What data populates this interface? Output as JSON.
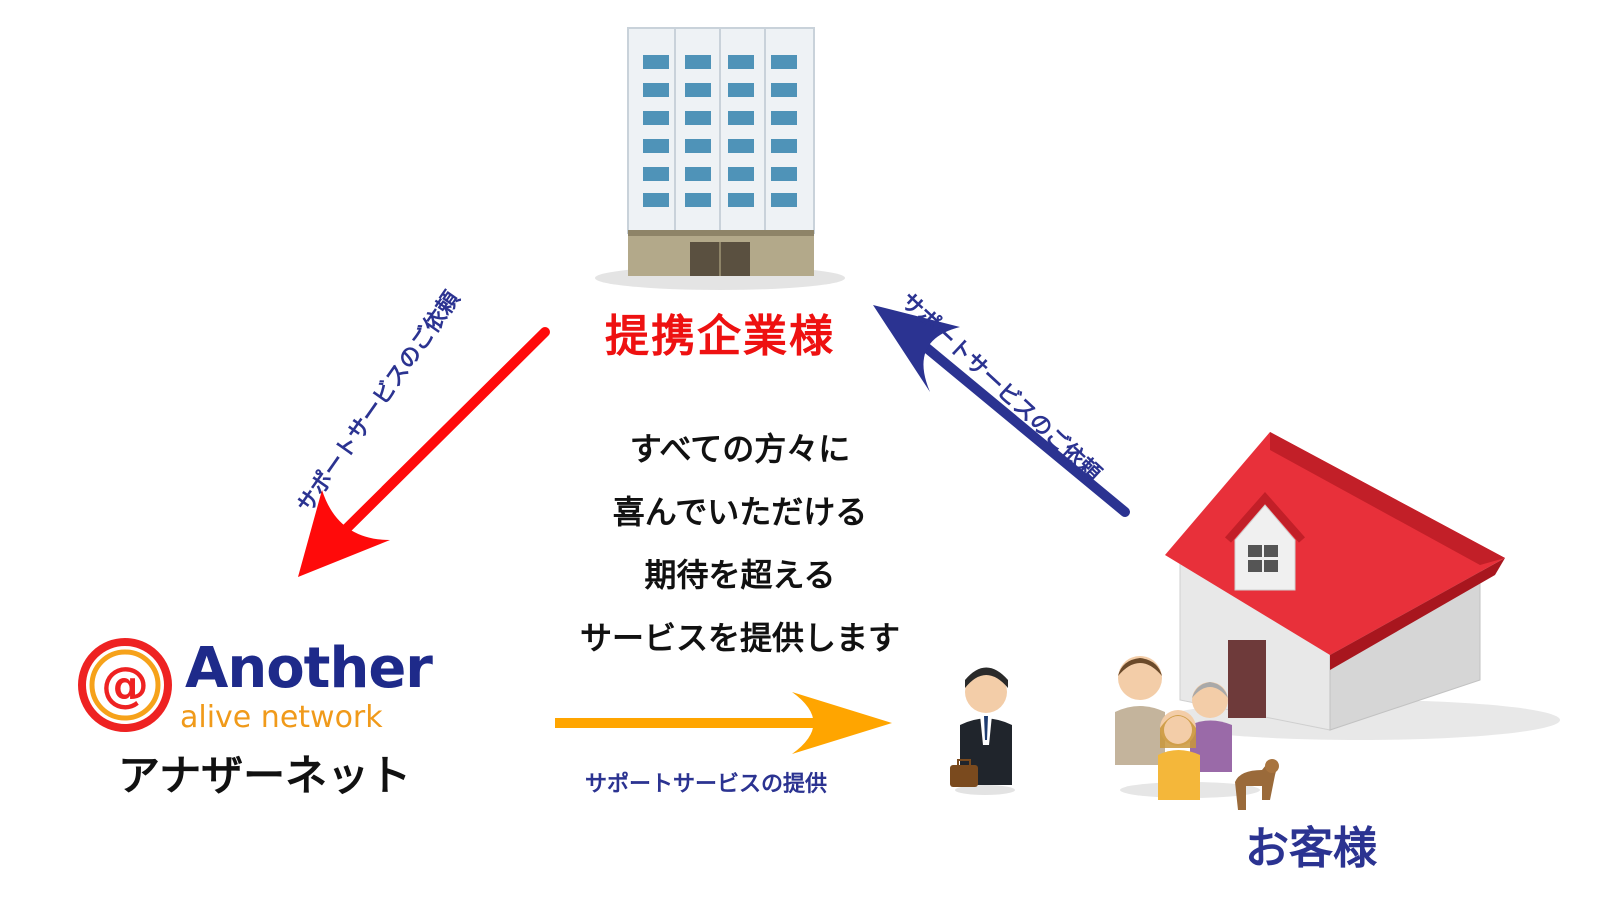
{
  "partner": {
    "label": "提携企業様"
  },
  "center_message": {
    "lines": [
      "すべての方々に",
      "喜んでいただける",
      "期待を超える",
      "サービスを提供します"
    ]
  },
  "arrows": {
    "left_label": "サポートサービスのご依頼",
    "right_label": "サポートサービスのご依頼",
    "bottom_label": "サポートサービスの提供"
  },
  "company": {
    "logo_name": "Another",
    "logo_sub": "alive network",
    "name_jp": "アナザーネット"
  },
  "customer": {
    "label": "お客様"
  },
  "colors": {
    "partner_red": "#ee1111",
    "arrow_red": "#ff0a0a",
    "arrow_navy": "#2b3391",
    "arrow_orange": "#ffa500",
    "logo_navy": "#1e2a8a",
    "logo_orange": "#f09a1a"
  }
}
